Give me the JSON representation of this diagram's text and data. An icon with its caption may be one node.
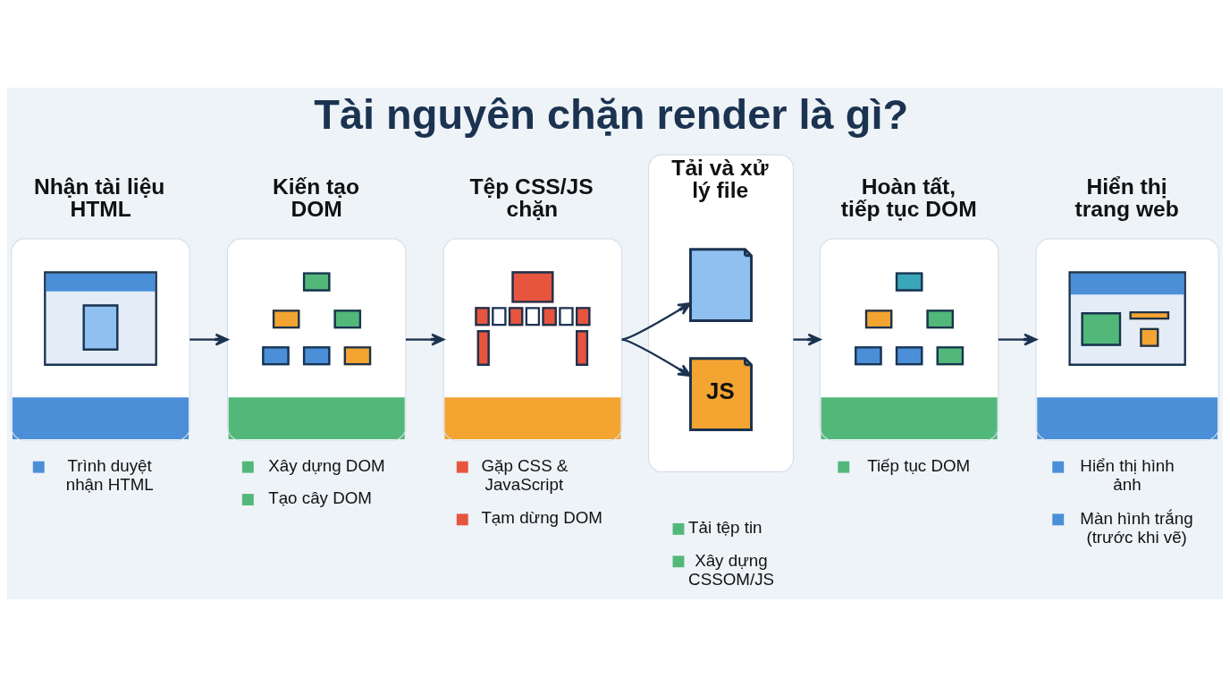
{
  "diagram": {
    "title": "Tài nguyên chặn render là gì?",
    "nodes": [
      {
        "text": [
          "Nhận tài liệu HTML"
        ],
        "beside": [
          "Trình duyệt nhận HTML"
        ]
      },
      {
        "text": [
          "Kiến tạo DOM"
        ],
        "beside": [
          "Xây dựng DOM",
          "Tạo cây DOM"
        ]
      },
      {
        "text": [
          "Tệp CSS/JS chặn"
        ],
        "beside": [
          "Gặp CSS & JavaScript",
          "Tạm dừng DOM"
        ]
      },
      {
        "text": [
          "Tải và xử lý file"
        ],
        "beside": [
          "Tải tệp tin",
          "Xây dựng CSSOM/JS"
        ]
      },
      {
        "text": [],
        "shape": "document",
        "in": 3
      },
      {
        "text": [
          "JS"
        ],
        "in": 3
      },
      {
        "text": [
          "Hoàn tất, tiếp tục DOM"
        ],
        "beside": [
          "Tiếp tục DOM"
        ]
      },
      {
        "text": [
          "Hiển thị trang web"
        ],
        "beside": [
          "Hiển thị hình ảnh",
          "Màn hình trắng (trước khi vẽ)"
        ]
      }
    ],
    "edges": [
      {
        "from": 0,
        "to": 1,
        "arrow": "to"
      },
      {
        "from": 1,
        "to": 2,
        "arrow": "to"
      },
      {
        "from": 2,
        "to": 4,
        "arrow": "to"
      },
      {
        "from": 2,
        "to": 5,
        "arrow": "to"
      },
      {
        "from": 3,
        "to": 6,
        "arrow": "to"
      },
      {
        "from": 6,
        "to": 7,
        "arrow": "to"
      }
    ]
  }
}
